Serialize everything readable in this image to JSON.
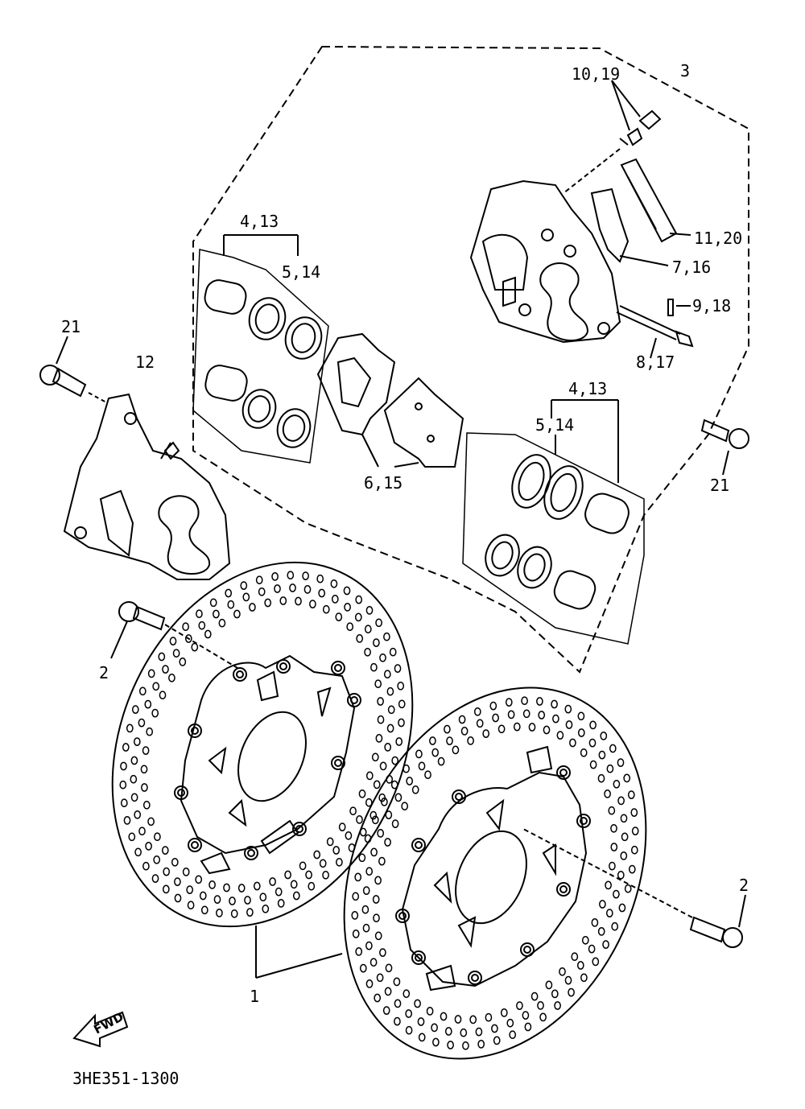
{
  "labels": {
    "l_10_19": "10,19",
    "l_3": "3",
    "l_4_13_a": "4,13",
    "l_5_14_a": "5,14",
    "l_11_20": "11,20",
    "l_7_16": "7,16",
    "l_9_18": "9,18",
    "l_8_17": "8,17",
    "l_21_a": "21",
    "l_12": "12",
    "l_21_b": "21",
    "l_4_13_b": "4,13",
    "l_5_14_b": "5,14",
    "l_6_15": "6,15",
    "l_2_a": "2",
    "l_2_b": "2",
    "l_1": "1"
  },
  "fwd_label": "FWD",
  "reference_code": "3HE351-1300"
}
